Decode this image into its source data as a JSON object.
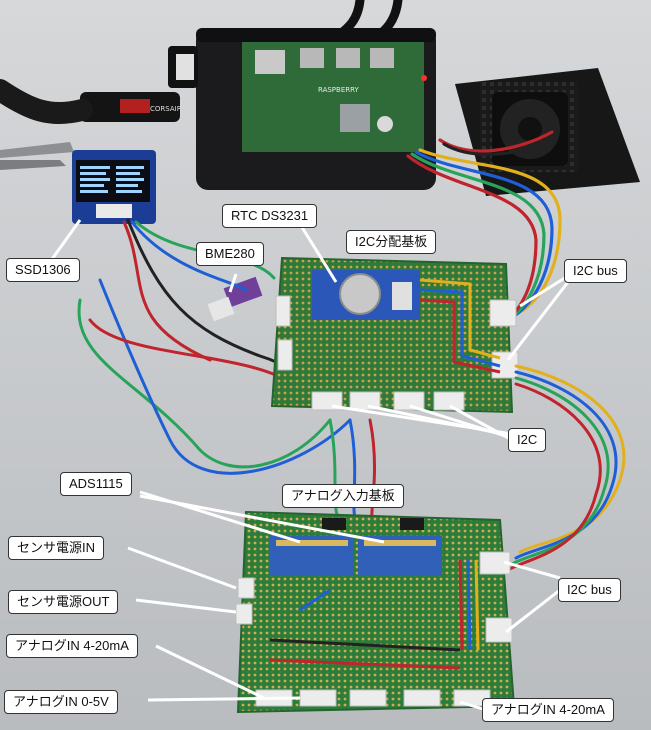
{
  "labels": {
    "ssd1306": "SSD1306",
    "bme280": "BME280",
    "rtc": "RTC DS3231",
    "i2c_board": "I2C分配基板",
    "i2c_bus_top": "I2C bus",
    "i2c": "I2C",
    "ads1115": "ADS1115",
    "analog_board": "アナログ入力基板",
    "sensor_power_in": "センサ電源IN",
    "sensor_power_out": "センサ電源OUT",
    "i2c_bus_bottom": "I2C bus",
    "analog_in_420_left": "アナログIN 4-20mA",
    "analog_in_05v": "アナログIN 0-5V",
    "analog_in_420_right": "アナログIN 4-20mA"
  },
  "rpi_silkscreen": "RASPBERRY",
  "usb_text": "CORSAIR"
}
